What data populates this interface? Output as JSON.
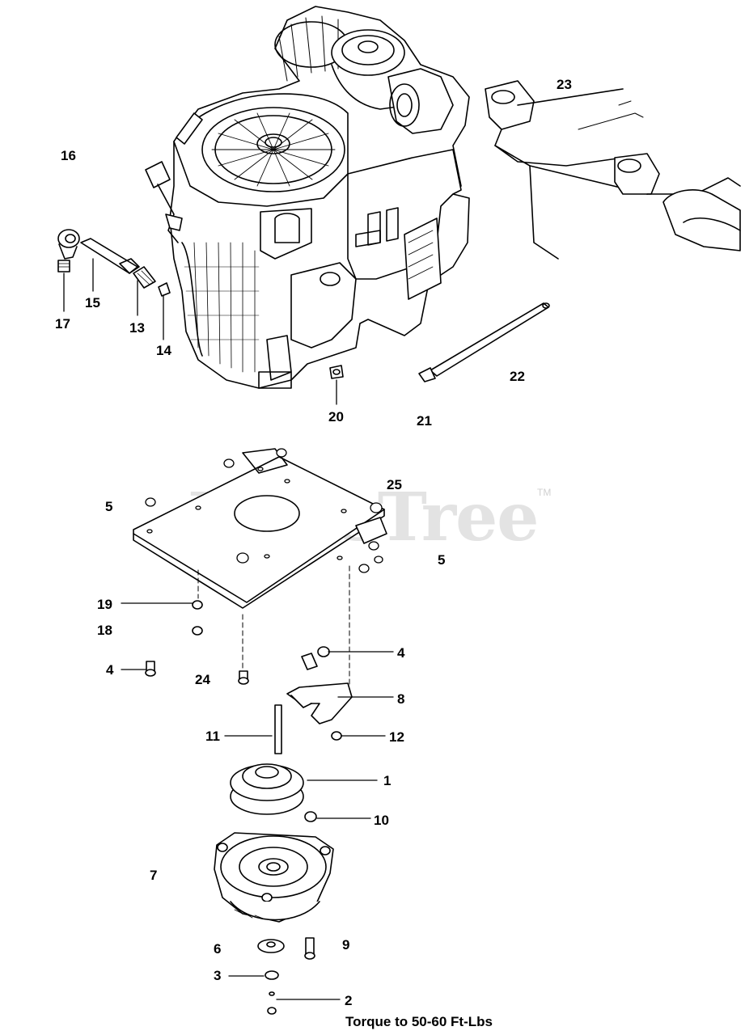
{
  "watermark": {
    "text": "PartsTree",
    "tm": "TM"
  },
  "callouts": {
    "c1": "1",
    "c2": "2",
    "c3": "3",
    "c4a": "4",
    "c4b": "4",
    "c5a": "5",
    "c5b": "5",
    "c6": "6",
    "c7": "7",
    "c8": "8",
    "c9": "9",
    "c10": "10",
    "c11": "11",
    "c12": "12",
    "c13": "13",
    "c14": "14",
    "c15": "15",
    "c16": "16",
    "c17": "17",
    "c18": "18",
    "c19": "19",
    "c20": "20",
    "c21": "21",
    "c22": "22",
    "c23": "23",
    "c24": "24",
    "c25": "25"
  },
  "note": "Torque to 50-60 Ft-Lbs"
}
